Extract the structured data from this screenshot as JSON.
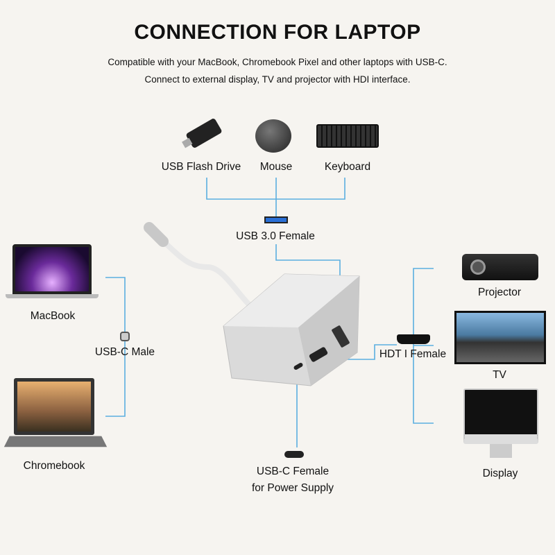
{
  "title": "CONNECTION FOR LAPTOP",
  "subtitle_1": "Compatible with your MacBook, Chromebook Pixel and other laptops with USB-C.",
  "subtitle_2": "Connect to external display, TV and projector with HDI    interface.",
  "top_devices": {
    "flash_drive": "USB Flash Drive",
    "mouse": "Mouse",
    "keyboard": "Keyboard"
  },
  "ports": {
    "usb3": "USB 3.0 Female",
    "usbc_male": "USB-C Male",
    "hdmi": "HDT I Female",
    "usbc_female_1": "USB-C Female",
    "usbc_female_2": "for Power Supply"
  },
  "laptops": {
    "macbook": "MacBook",
    "chromebook": "Chromebook"
  },
  "displays": {
    "projector": "Projector",
    "tv": "TV",
    "display": "Display"
  },
  "colors": {
    "line": "#5aaee0",
    "background": "#f6f4f0",
    "adapter": "#d8d8d8"
  }
}
